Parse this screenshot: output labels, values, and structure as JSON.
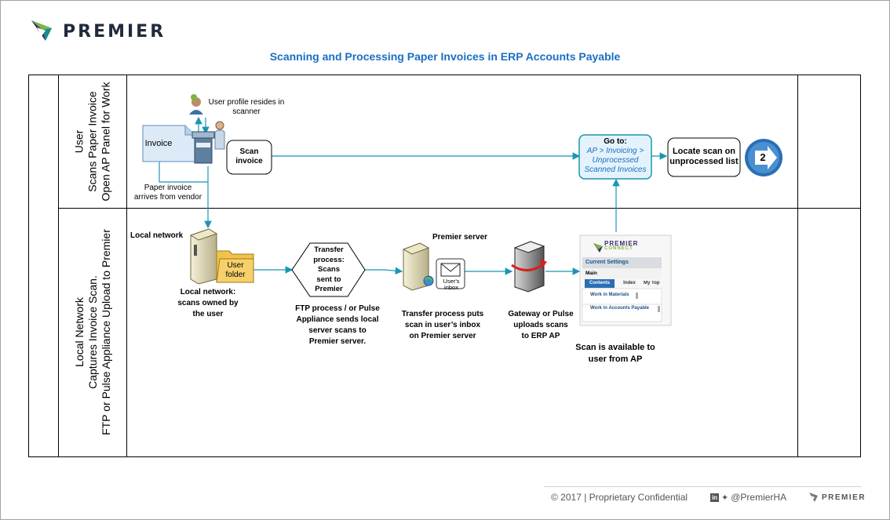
{
  "brand": {
    "logo_text": "PREMIER"
  },
  "title": "Scanning and Processing Paper Invoices in ERP Accounts Payable",
  "lanes": {
    "user": {
      "line1": "User",
      "line2": "Scans Paper Invoice",
      "line3": "Open AP Panel for Work"
    },
    "network": {
      "line1": "Local Network",
      "line2": "Captures Invoice Scan.",
      "line3": "FTP or Pulse Appliance Upload to Premier"
    }
  },
  "user_lane": {
    "invoice_doc": "Invoice",
    "paper_arrives": [
      "Paper invoice",
      "arrives from vendor"
    ],
    "profile_note": [
      "User profile resides in",
      "scanner"
    ],
    "scan_invoice": [
      "Scan",
      "invoice"
    ],
    "goto": {
      "head": "Go to:",
      "path": [
        "AP > Invoicing >",
        "Unprocessed",
        "Scanned Invoices"
      ]
    },
    "locate": [
      "Locate scan on",
      "unprocessed list"
    ],
    "next_step": "2"
  },
  "network_lane": {
    "local_network_label": "Local network",
    "user_folder": [
      "User",
      "folder"
    ],
    "local_caption": [
      "Local network:",
      "scans owned by",
      "the user"
    ],
    "transfer_shape": [
      "Transfer",
      "process:",
      "Scans",
      "sent  to",
      "Premier"
    ],
    "ftp_caption": [
      "FTP process / or Pulse",
      "Appliance  sends local",
      "server scans to",
      "Premier server."
    ],
    "premier_server_label": "Premier server",
    "users_inbox": [
      "User's",
      "inbox"
    ],
    "transfer_caption": [
      "Transfer process puts",
      "scan in user’s inbox",
      "on Premier server"
    ],
    "gateway_caption": [
      "Gateway or Pulse",
      "uploads scans",
      "to ERP AP"
    ],
    "connect": {
      "brand": "PREMIER",
      "brand_sub": "CONNECT",
      "current_settings": "Current Settings",
      "main": "Main",
      "tabs": [
        "Contents",
        "Index",
        "My Top"
      ],
      "links": [
        "Work in Materials",
        "Work in Accounts Payable"
      ]
    },
    "scan_available": [
      "Scan is available to",
      "user from AP"
    ]
  },
  "footer": {
    "copyright": "© 2017 | Proprietary Confidential",
    "handle": "@PremierHA",
    "logo_text": "PREMIER"
  },
  "colors": {
    "title": "#1a6fc4",
    "arrow": "#1b95b3",
    "goto_fill": "#e4f3fb",
    "step_circle": "#2a6fb5"
  }
}
